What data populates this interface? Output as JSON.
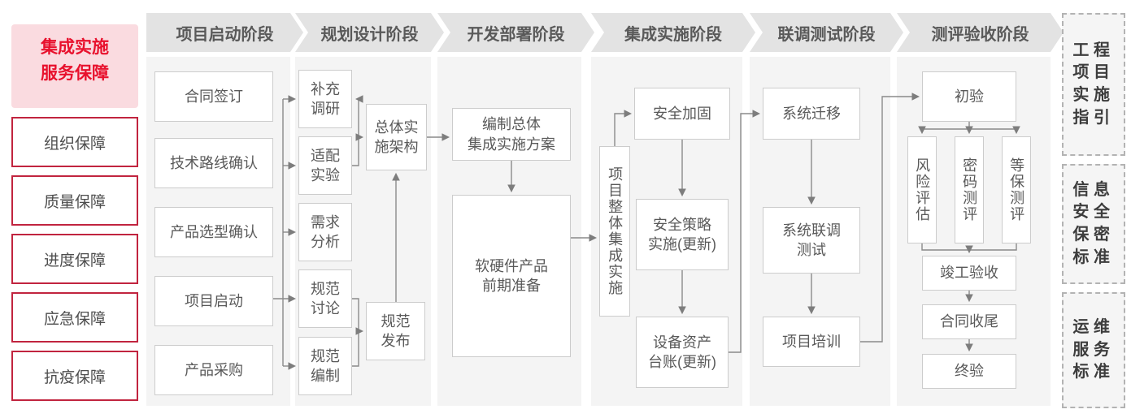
{
  "sidebar": {
    "title": "集成实施\n服务保障",
    "items": [
      "组织保障",
      "质量保障",
      "进度保障",
      "应急保障",
      "抗疫保障"
    ]
  },
  "phases": {
    "p1": {
      "header": "项目启动阶段",
      "boxes": {
        "b1": "合同签订",
        "b2": "技术路线确认",
        "b3": "产品选型确认",
        "b4": "项目启动",
        "b5": "产品采购"
      }
    },
    "p2": {
      "header": "规划设计阶段",
      "boxes": {
        "b1": "补充\n调研",
        "b2": "适配\n实验",
        "b3": "需求\n分析",
        "b4": "规范\n讨论",
        "b5": "规范\n编制",
        "b6": "总体实\n施架构",
        "b7": "规范\n发布"
      }
    },
    "p3": {
      "header": "开发部署阶段",
      "boxes": {
        "b1": "编制总体\n集成实施方案",
        "b2": "软硬件产品\n前期准备"
      }
    },
    "p4": {
      "header": "集成实施阶段",
      "boxes": {
        "b1": "项目整体集成实施",
        "b2": "安全加固",
        "b3": "安全策略\n实施(更新)",
        "b4": "设备资产\n台账(更新)"
      }
    },
    "p5": {
      "header": "联调测试阶段",
      "boxes": {
        "b1": "系统迁移",
        "b2": "系统联调\n测试",
        "b3": "项目培训"
      }
    },
    "p6": {
      "header": "测评验收阶段",
      "boxes": {
        "b1": "初验",
        "b2": "风险评估",
        "b3": "密码测评",
        "b4": "等保测评",
        "b5": "竣工验收",
        "b6": "合同收尾",
        "b7": "终验"
      }
    }
  },
  "right_panel": {
    "items": [
      "工程\n项目\n实施\n指引",
      "信息\n安全\n保密\n标准",
      "运维\n服务\n标准"
    ]
  },
  "colors": {
    "accent_red": "#e8112d",
    "sidebar_border_red": "#c1243f",
    "sidebar_title_bg": "#fadbe0",
    "header_bg": "#e3e3e3",
    "column_bg": "#f4f4f4",
    "box_border": "#cccccc",
    "text_gray": "#595959",
    "line_gray": "#808080"
  },
  "flow_edges": [
    [
      "项目启动",
      "补充调研"
    ],
    [
      "项目启动",
      "适配实验"
    ],
    [
      "项目启动",
      "需求分析"
    ],
    [
      "项目启动",
      "规范讨论"
    ],
    [
      "项目启动",
      "规范编制"
    ],
    [
      "适配实验",
      "补充调研"
    ],
    [
      "适配实验",
      "总体实施架构"
    ],
    [
      "规范讨论",
      "规范发布"
    ],
    [
      "规范编制",
      "规范发布"
    ],
    [
      "规范发布",
      "总体实施架构"
    ],
    [
      "总体实施架构",
      "编制总体集成实施方案"
    ],
    [
      "编制总体集成实施方案",
      "软硬件产品前期准备"
    ],
    [
      "软硬件产品前期准备",
      "项目整体集成实施"
    ],
    [
      "项目整体集成实施",
      "安全加固"
    ],
    [
      "安全加固",
      "安全策略实施(更新)"
    ],
    [
      "安全策略实施(更新)",
      "设备资产台账(更新)"
    ],
    [
      "设备资产台账(更新)",
      "系统迁移"
    ],
    [
      "系统迁移",
      "系统联调测试"
    ],
    [
      "系统联调测试",
      "项目培训"
    ],
    [
      "项目培训",
      "初验"
    ],
    [
      "初验",
      "风险评估"
    ],
    [
      "初验",
      "密码测评"
    ],
    [
      "初验",
      "等保测评"
    ],
    [
      "风险评估",
      "竣工验收"
    ],
    [
      "密码测评",
      "竣工验收"
    ],
    [
      "等保测评",
      "竣工验收"
    ],
    [
      "竣工验收",
      "合同收尾"
    ],
    [
      "合同收尾",
      "终验"
    ]
  ]
}
